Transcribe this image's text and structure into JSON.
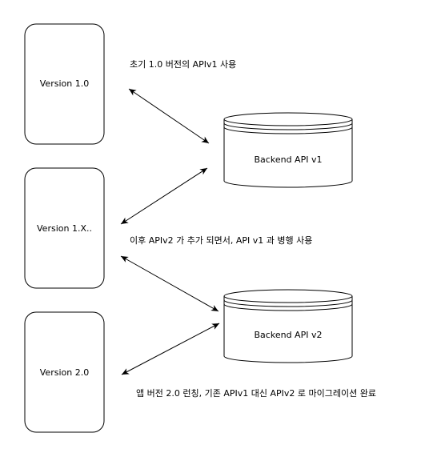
{
  "nodes": {
    "version_1_0": "Version 1.0",
    "version_1_x": "Version 1.X..",
    "version_2_0": "Version 2.0",
    "backend_v1": "Backend API v1",
    "backend_v2": "Backend API v2"
  },
  "annotations": {
    "initial": "초기 1.0 버전의 APIv1 사용",
    "parallel": "이후 APIv2 가 추가 되면서, API v1 과 병행 사용",
    "migration": "앱 버전 2.0 런칭, 기존 APIv1 대신 APIv2 로 마이그레이션 완료"
  },
  "colors": {
    "stroke": "#000000",
    "fill": "#ffffff"
  }
}
